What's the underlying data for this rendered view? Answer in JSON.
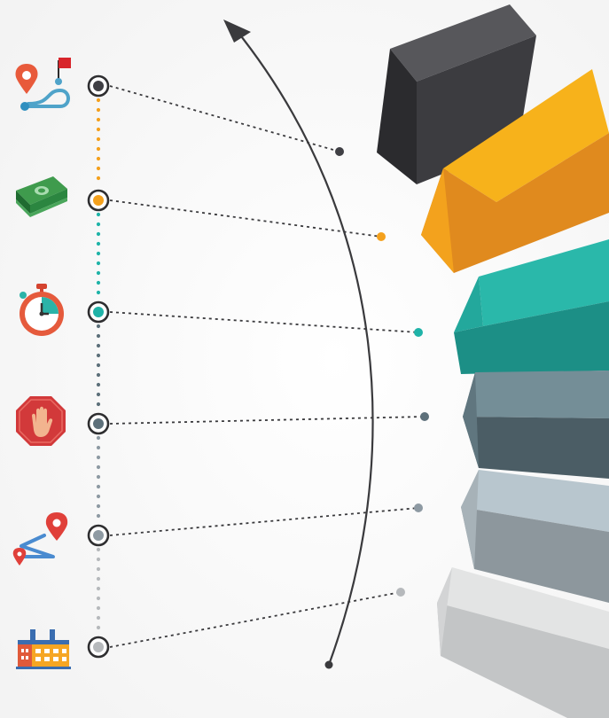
{
  "diagram": {
    "type": "infographic-steps",
    "arrow_direction": "up",
    "step_count": 6,
    "steps": [
      {
        "icon": "route-pin-flag-icon",
        "color": "#3f3f44"
      },
      {
        "icon": "money-stack-icon",
        "color": "#f4a11d"
      },
      {
        "icon": "stopwatch-icon",
        "color": "#1fb3a8"
      },
      {
        "icon": "stop-hand-icon",
        "color": "#5d707a"
      },
      {
        "icon": "route-path-icon",
        "color": "#8e9aa3"
      },
      {
        "icon": "factory-icon",
        "color": "#b6b9bc"
      }
    ],
    "blocks": [
      {
        "top": "#57575b",
        "front": "#2b2b2e",
        "side": "#3c3c40"
      },
      {
        "top": "#f7b21b",
        "front": "#e08a1e",
        "side": "#f3a21d"
      },
      {
        "top": "#2ab8aa",
        "front": "#1c8f86",
        "side": "#23a89c"
      },
      {
        "top": "#748e97",
        "front": "#4b5d65",
        "side": "#60767f"
      },
      {
        "top": "#b8c6ce",
        "front": "#8d979d",
        "side": "#a7b2b8"
      },
      {
        "top": "#e3e4e4",
        "front": "#c3c5c6",
        "side": "#d3d4d5"
      }
    ]
  }
}
